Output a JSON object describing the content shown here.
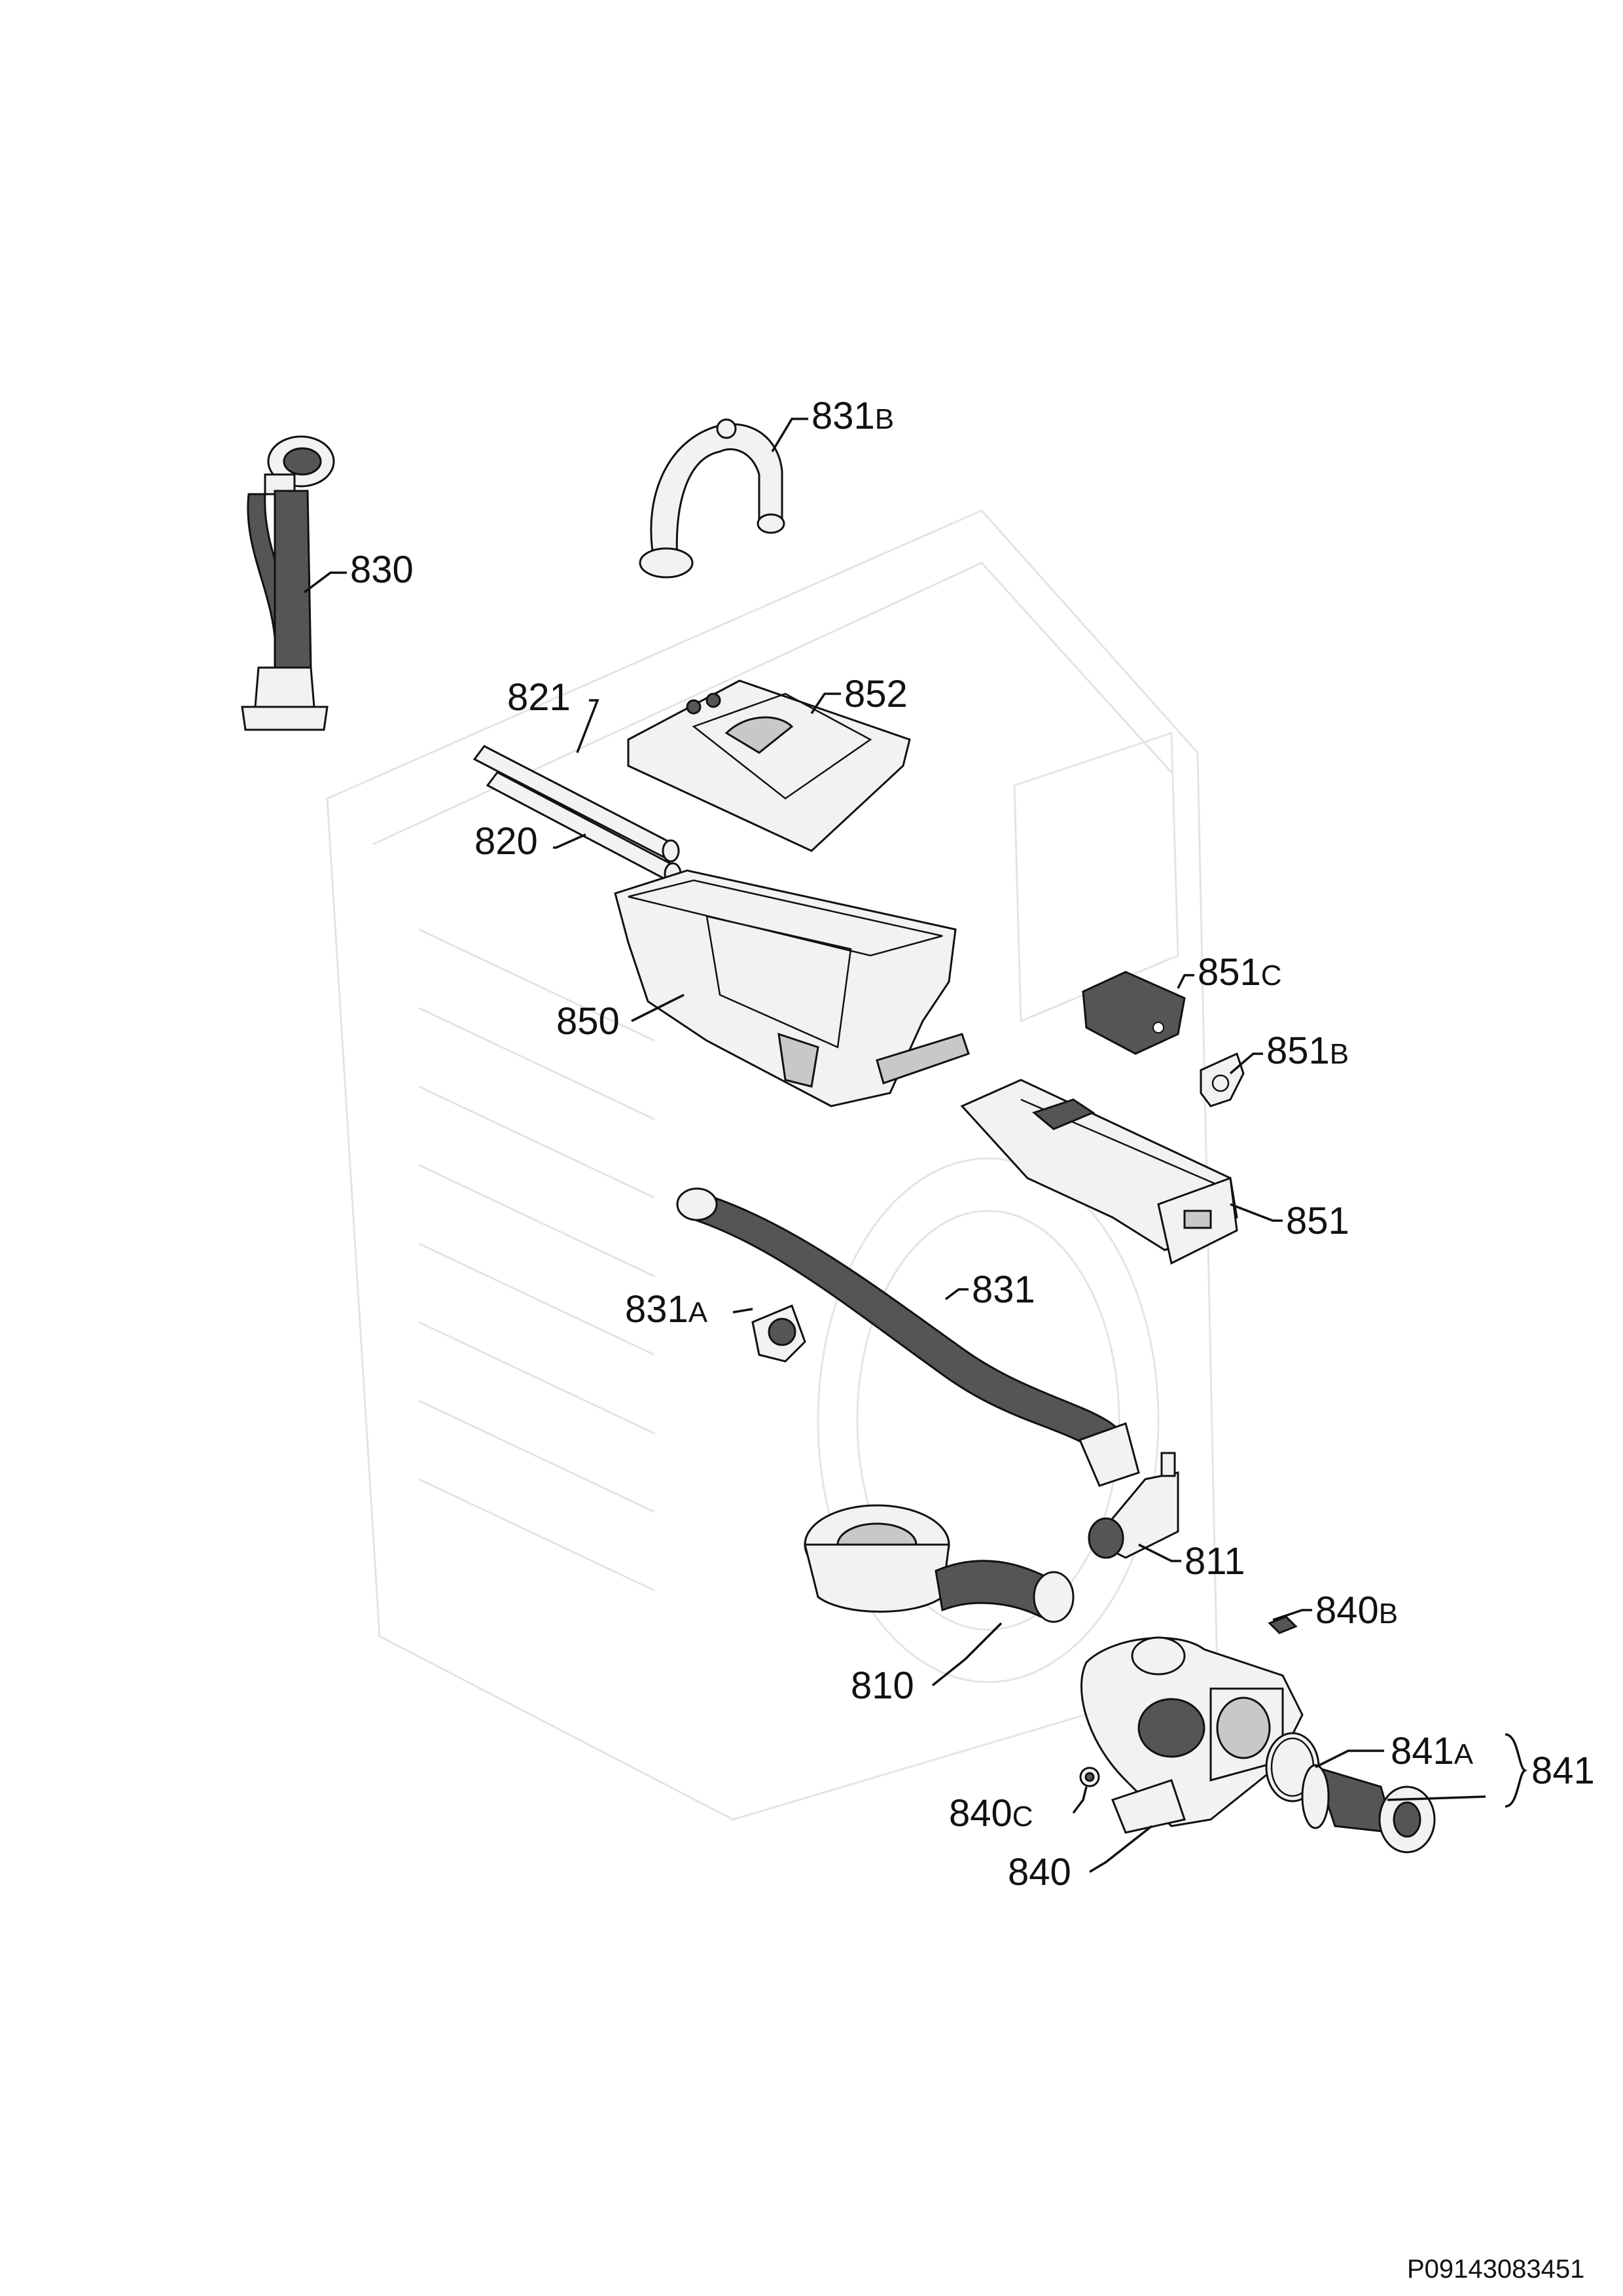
{
  "labels": {
    "p831b": {
      "main": "831",
      "suffix": "B"
    },
    "p830": {
      "main": "830"
    },
    "p821": {
      "main": "821"
    },
    "p852": {
      "main": "852"
    },
    "p820": {
      "main": "820"
    },
    "p850": {
      "main": "850"
    },
    "p851c": {
      "main": "851",
      "suffix": "C"
    },
    "p851b": {
      "main": "851",
      "suffix": "B"
    },
    "p851": {
      "main": "851"
    },
    "p831a": {
      "main": "831",
      "suffix": "A"
    },
    "p831": {
      "main": "831"
    },
    "p811": {
      "main": "811"
    },
    "p810": {
      "main": "810"
    },
    "p840b": {
      "main": "840",
      "suffix": "B"
    },
    "p841a": {
      "main": "841",
      "suffix": "A"
    },
    "p841": {
      "main": "841"
    },
    "p840c": {
      "main": "840",
      "suffix": "C"
    },
    "p840": {
      "main": "840"
    }
  },
  "document_id": "P09143083451",
  "colors": {
    "line": "#111111",
    "ghost": "#e4e4e4",
    "fill": "#f2f2f2",
    "dark": "#555555"
  }
}
